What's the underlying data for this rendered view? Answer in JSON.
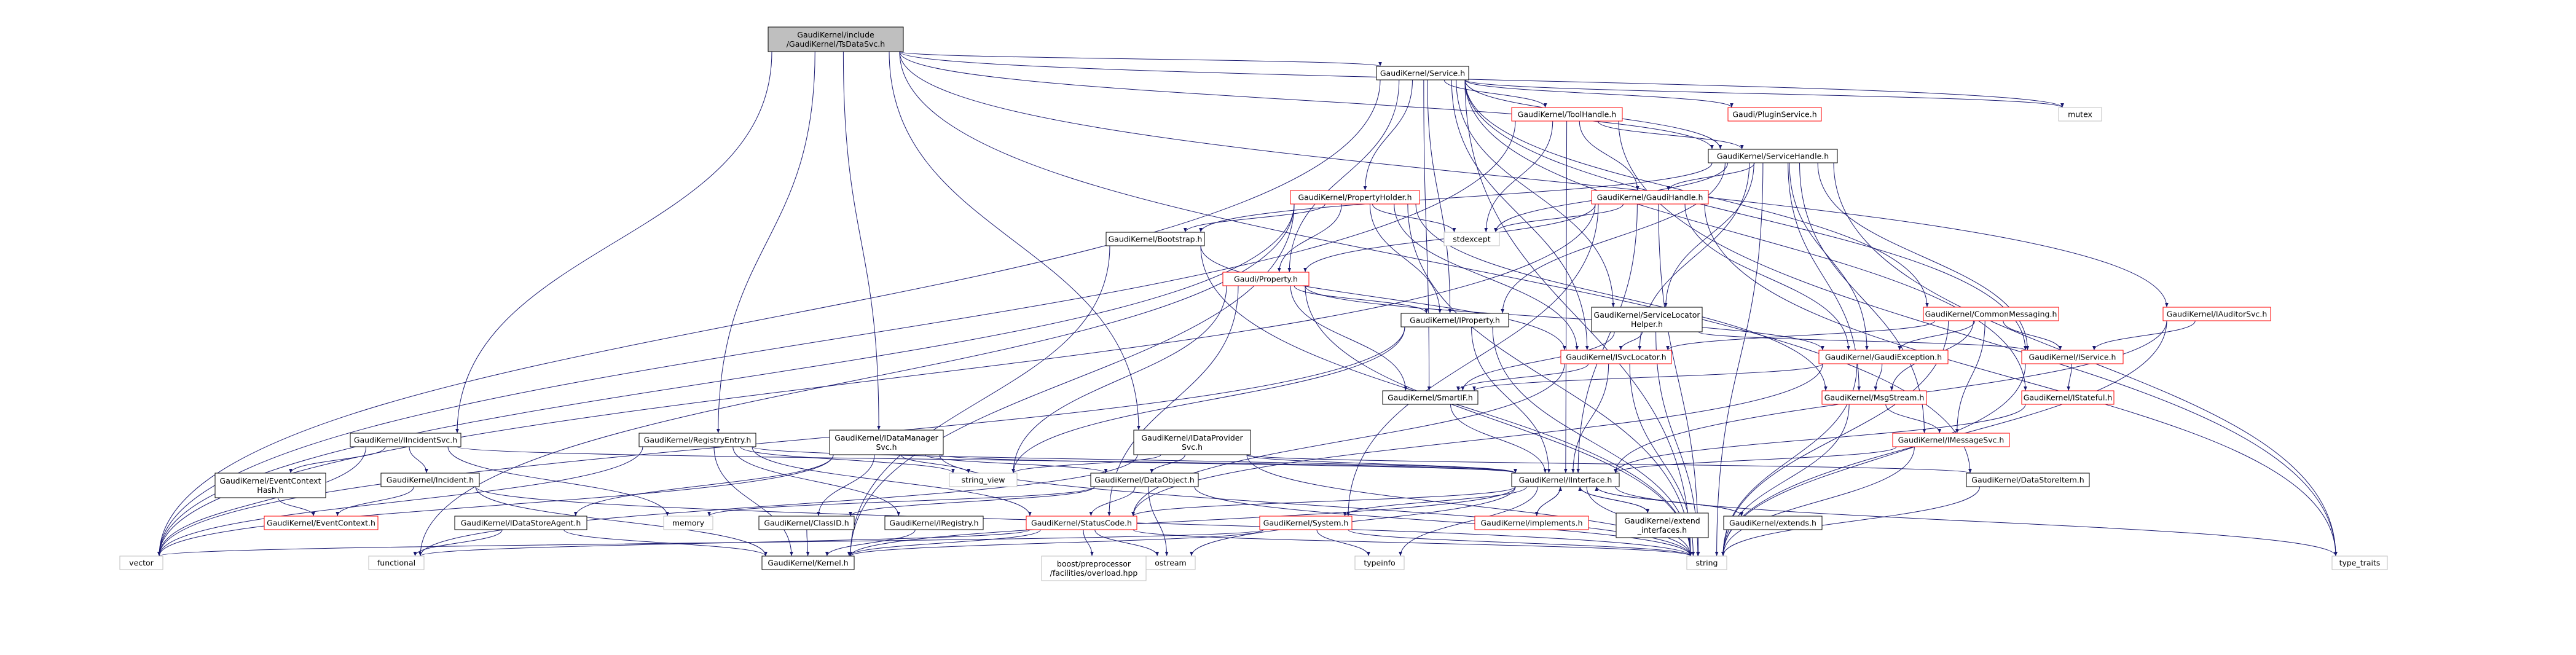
{
  "colors": {
    "edge": "#191970",
    "border_black": "#000000",
    "border_red": "#ff0000",
    "border_gray": "#bfbfbf",
    "root_fill": "#bfbfbf",
    "fill": "#ffffff"
  },
  "nodes": [
    {
      "id": "root",
      "lines": [
        "GaudiKernel/include",
        "/GaudiKernel/TsDataSvc.h"
      ],
      "kind": "root"
    },
    {
      "id": "service",
      "lines": [
        "GaudiKernel/Service.h"
      ],
      "kind": "black"
    },
    {
      "id": "toolhandle",
      "lines": [
        "GaudiKernel/ToolHandle.h"
      ],
      "kind": "red"
    },
    {
      "id": "pluginservice",
      "lines": [
        "Gaudi/PluginService.h"
      ],
      "kind": "red"
    },
    {
      "id": "mutex",
      "lines": [
        "mutex"
      ],
      "kind": "gray"
    },
    {
      "id": "servicehandle",
      "lines": [
        "GaudiKernel/ServiceHandle.h"
      ],
      "kind": "black"
    },
    {
      "id": "propertyholder",
      "lines": [
        "GaudiKernel/PropertyHolder.h"
      ],
      "kind": "red"
    },
    {
      "id": "gaudihandle",
      "lines": [
        "GaudiKernel/GaudiHandle.h"
      ],
      "kind": "red"
    },
    {
      "id": "bootstrap",
      "lines": [
        "GaudiKernel/Bootstrap.h"
      ],
      "kind": "black"
    },
    {
      "id": "stdexcept",
      "lines": [
        "stdexcept"
      ],
      "kind": "gray"
    },
    {
      "id": "gaudiproperty",
      "lines": [
        "Gaudi/Property.h"
      ],
      "kind": "red"
    },
    {
      "id": "iproperty",
      "lines": [
        "GaudiKernel/IProperty.h"
      ],
      "kind": "black"
    },
    {
      "id": "servicelocatorhelper",
      "lines": [
        "GaudiKernel/ServiceLocator",
        "Helper.h"
      ],
      "kind": "black"
    },
    {
      "id": "commonmessaging",
      "lines": [
        "GaudiKernel/CommonMessaging.h"
      ],
      "kind": "red"
    },
    {
      "id": "auditorsvc",
      "lines": [
        "GaudiKernel/IAuditorSvc.h"
      ],
      "kind": "red"
    },
    {
      "id": "isvclocator",
      "lines": [
        "GaudiKernel/ISvcLocator.h"
      ],
      "kind": "red"
    },
    {
      "id": "gaudiexception",
      "lines": [
        "GaudiKernel/GaudiException.h"
      ],
      "kind": "red"
    },
    {
      "id": "iservice",
      "lines": [
        "GaudiKernel/IService.h"
      ],
      "kind": "red"
    },
    {
      "id": "smartif",
      "lines": [
        "GaudiKernel/SmartIF.h"
      ],
      "kind": "black"
    },
    {
      "id": "msgstream",
      "lines": [
        "GaudiKernel/MsgStream.h"
      ],
      "kind": "red"
    },
    {
      "id": "istateful",
      "lines": [
        "GaudiKernel/IStateful.h"
      ],
      "kind": "red"
    },
    {
      "id": "iincidentsvc",
      "lines": [
        "GaudiKernel/IIncidentSvc.h"
      ],
      "kind": "black"
    },
    {
      "id": "registryentry",
      "lines": [
        "GaudiKernel/RegistryEntry.h"
      ],
      "kind": "black"
    },
    {
      "id": "idatamanagersvc",
      "lines": [
        "GaudiKernel/IDataManager",
        "Svc.h"
      ],
      "kind": "black"
    },
    {
      "id": "idataprovidersvc",
      "lines": [
        "GaudiKernel/IDataProvider",
        "Svc.h"
      ],
      "kind": "black"
    },
    {
      "id": "imessagesvc",
      "lines": [
        "GaudiKernel/IMessageSvc.h"
      ],
      "kind": "red"
    },
    {
      "id": "eventcontexthash",
      "lines": [
        "GaudiKernel/EventContext",
        "Hash.h"
      ],
      "kind": "black"
    },
    {
      "id": "incident",
      "lines": [
        "GaudiKernel/Incident.h"
      ],
      "kind": "black"
    },
    {
      "id": "eventcontext",
      "lines": [
        "GaudiKernel/EventContext.h"
      ],
      "kind": "red"
    },
    {
      "id": "string_view",
      "lines": [
        "string_view"
      ],
      "kind": "gray"
    },
    {
      "id": "dataobject",
      "lines": [
        "GaudiKernel/DataObject.h"
      ],
      "kind": "black"
    },
    {
      "id": "iinterface",
      "lines": [
        "GaudiKernel/IInterface.h"
      ],
      "kind": "black"
    },
    {
      "id": "datastoreitem",
      "lines": [
        "GaudiKernel/DataStoreItem.h"
      ],
      "kind": "black"
    },
    {
      "id": "memory",
      "lines": [
        "memory"
      ],
      "kind": "gray"
    },
    {
      "id": "idatastoreagent",
      "lines": [
        "GaudiKernel/IDataStoreAgent.h"
      ],
      "kind": "black"
    },
    {
      "id": "classid",
      "lines": [
        "GaudiKernel/ClassID.h"
      ],
      "kind": "black"
    },
    {
      "id": "iregistry",
      "lines": [
        "GaudiKernel/IRegistry.h"
      ],
      "kind": "black"
    },
    {
      "id": "statuscode",
      "lines": [
        "GaudiKernel/StatusCode.h"
      ],
      "kind": "red"
    },
    {
      "id": "system",
      "lines": [
        "GaudiKernel/System.h"
      ],
      "kind": "red"
    },
    {
      "id": "implements",
      "lines": [
        "GaudiKernel/implements.h"
      ],
      "kind": "red"
    },
    {
      "id": "extend_interfaces",
      "lines": [
        "GaudiKernel/extend",
        "_interfaces.h"
      ],
      "kind": "black"
    },
    {
      "id": "extends",
      "lines": [
        "GaudiKernel/extends.h"
      ],
      "kind": "black"
    },
    {
      "id": "vector",
      "lines": [
        "vector"
      ],
      "kind": "gray"
    },
    {
      "id": "functional",
      "lines": [
        "functional"
      ],
      "kind": "gray"
    },
    {
      "id": "kernel",
      "lines": [
        "GaudiKernel/Kernel.h"
      ],
      "kind": "black"
    },
    {
      "id": "boost_overload",
      "lines": [
        "boost/preprocessor",
        "/facilities/overload.hpp"
      ],
      "kind": "gray"
    },
    {
      "id": "ostream",
      "lines": [
        "ostream"
      ],
      "kind": "gray"
    },
    {
      "id": "typeinfo",
      "lines": [
        "typeinfo"
      ],
      "kind": "gray"
    },
    {
      "id": "string",
      "lines": [
        "string"
      ],
      "kind": "gray"
    },
    {
      "id": "type_traits",
      "lines": [
        "type_traits"
      ],
      "kind": "gray"
    }
  ],
  "edges": [
    [
      "root",
      "service"
    ],
    [
      "root",
      "mutex"
    ],
    [
      "root",
      "servicehandle"
    ],
    [
      "root",
      "auditorsvc"
    ],
    [
      "root",
      "datastoreitem"
    ],
    [
      "root",
      "iincidentsvc"
    ],
    [
      "root",
      "registryentry"
    ],
    [
      "root",
      "idatamanagersvc"
    ],
    [
      "root",
      "idataprovidersvc"
    ],
    [
      "service",
      "toolhandle"
    ],
    [
      "service",
      "pluginservice"
    ],
    [
      "service",
      "mutex"
    ],
    [
      "service",
      "servicehandle"
    ],
    [
      "service",
      "propertyholder"
    ],
    [
      "service",
      "gaudiproperty"
    ],
    [
      "service",
      "iproperty"
    ],
    [
      "service",
      "commonmessaging"
    ],
    [
      "service",
      "isvclocator"
    ],
    [
      "service",
      "iservice"
    ],
    [
      "service",
      "istateful"
    ],
    [
      "service",
      "smartif"
    ],
    [
      "service",
      "vector"
    ],
    [
      "service",
      "string"
    ],
    [
      "service",
      "servicelocatorhelper"
    ],
    [
      "toolhandle",
      "servicehandle"
    ],
    [
      "toolhandle",
      "gaudihandle"
    ],
    [
      "toolhandle",
      "stdexcept"
    ],
    [
      "toolhandle",
      "vector"
    ],
    [
      "toolhandle",
      "type_traits"
    ],
    [
      "toolhandle",
      "iinterface"
    ],
    [
      "servicehandle",
      "gaudihandle"
    ],
    [
      "servicehandle",
      "isvclocator"
    ],
    [
      "servicehandle",
      "gaudiexception"
    ],
    [
      "servicehandle",
      "iservice"
    ],
    [
      "servicehandle",
      "msgstream"
    ],
    [
      "servicehandle",
      "imessagesvc"
    ],
    [
      "servicehandle",
      "stdexcept"
    ],
    [
      "servicehandle",
      "string"
    ],
    [
      "servicehandle",
      "type_traits"
    ],
    [
      "servicehandle",
      "bootstrap"
    ],
    [
      "servicehandle",
      "iproperty"
    ],
    [
      "servicehandle",
      "servicelocatorhelper"
    ],
    [
      "propertyholder",
      "gaudiproperty"
    ],
    [
      "propertyholder",
      "iproperty"
    ],
    [
      "propertyholder",
      "bootstrap"
    ],
    [
      "propertyholder",
      "stdexcept"
    ],
    [
      "propertyholder",
      "isvclocator"
    ],
    [
      "propertyholder",
      "msgstream"
    ],
    [
      "propertyholder",
      "kernel"
    ],
    [
      "propertyholder",
      "vector"
    ],
    [
      "propertyholder",
      "string"
    ],
    [
      "propertyholder",
      "functional"
    ],
    [
      "gaudihandle",
      "gaudiproperty"
    ],
    [
      "gaudihandle",
      "gaudiexception"
    ],
    [
      "gaudihandle",
      "iinterface"
    ],
    [
      "gaudihandle",
      "system"
    ],
    [
      "gaudihandle",
      "string"
    ],
    [
      "gaudihandle",
      "type_traits"
    ],
    [
      "gaudihandle",
      "vector"
    ],
    [
      "gaudihandle",
      "stdexcept"
    ],
    [
      "bootstrap",
      "isvclocator"
    ],
    [
      "bootstrap",
      "kernel"
    ],
    [
      "bootstrap",
      "string"
    ],
    [
      "gaudiproperty",
      "iproperty"
    ],
    [
      "gaudiproperty",
      "smartif"
    ],
    [
      "gaudiproperty",
      "statuscode"
    ],
    [
      "gaudiproperty",
      "string_view"
    ],
    [
      "gaudiproperty",
      "string"
    ],
    [
      "gaudiproperty",
      "gaudiexception"
    ],
    [
      "iproperty",
      "iinterface"
    ],
    [
      "iproperty",
      "vector"
    ],
    [
      "iproperty",
      "string"
    ],
    [
      "iproperty",
      "string_view"
    ],
    [
      "servicelocatorhelper",
      "isvclocator"
    ],
    [
      "servicelocatorhelper",
      "iservice"
    ],
    [
      "servicelocatorhelper",
      "smartif"
    ],
    [
      "servicelocatorhelper",
      "string"
    ],
    [
      "commonmessaging",
      "gaudiexception"
    ],
    [
      "commonmessaging",
      "iservice"
    ],
    [
      "commonmessaging",
      "isvclocator"
    ],
    [
      "commonmessaging",
      "msgstream"
    ],
    [
      "commonmessaging",
      "imessagesvc"
    ],
    [
      "commonmessaging",
      "string"
    ],
    [
      "auditorsvc",
      "iservice"
    ],
    [
      "auditorsvc",
      "iinterface"
    ],
    [
      "auditorsvc",
      "string"
    ],
    [
      "isvclocator",
      "iinterface"
    ],
    [
      "isvclocator",
      "smartif"
    ],
    [
      "isvclocator",
      "string"
    ],
    [
      "isvclocator",
      "statuscode"
    ],
    [
      "gaudiexception",
      "msgstream"
    ],
    [
      "gaudiexception",
      "statuscode"
    ],
    [
      "gaudiexception",
      "string"
    ],
    [
      "gaudiexception",
      "smartif"
    ],
    [
      "iservice",
      "istateful"
    ],
    [
      "iservice",
      "string"
    ],
    [
      "smartif",
      "iinterface"
    ],
    [
      "msgstream",
      "imessagesvc"
    ],
    [
      "msgstream",
      "string"
    ],
    [
      "istateful",
      "iinterface"
    ],
    [
      "imessagesvc",
      "iinterface"
    ],
    [
      "imessagesvc",
      "string"
    ],
    [
      "iincidentsvc",
      "incident"
    ],
    [
      "iincidentsvc",
      "eventcontexthash"
    ],
    [
      "iincidentsvc",
      "iinterface"
    ],
    [
      "iincidentsvc",
      "vector"
    ],
    [
      "iincidentsvc",
      "memory"
    ],
    [
      "eventcontexthash",
      "eventcontext"
    ],
    [
      "incident",
      "eventcontext"
    ],
    [
      "incident",
      "kernel"
    ],
    [
      "incident",
      "string"
    ],
    [
      "registryentry",
      "iregistry"
    ],
    [
      "registryentry",
      "kernel"
    ],
    [
      "registryentry",
      "string_view"
    ],
    [
      "registryentry",
      "vector"
    ],
    [
      "registryentry",
      "statuscode"
    ],
    [
      "registryentry",
      "iinterface"
    ],
    [
      "idatamanagersvc",
      "dataobject"
    ],
    [
      "idatamanagersvc",
      "idatastoreagent"
    ],
    [
      "idatamanagersvc",
      "classid"
    ],
    [
      "idatamanagersvc",
      "iinterface"
    ],
    [
      "idatamanagersvc",
      "string"
    ],
    [
      "idatamanagersvc",
      "string_view"
    ],
    [
      "idatamanagersvc",
      "vector"
    ],
    [
      "idataprovidersvc",
      "dataobject"
    ],
    [
      "idataprovidersvc",
      "datastoreitem"
    ],
    [
      "idataprovidersvc",
      "iinterface"
    ],
    [
      "idataprovidersvc",
      "string"
    ],
    [
      "idataprovidersvc",
      "string_view"
    ],
    [
      "idataprovidersvc",
      "functional"
    ],
    [
      "dataobject",
      "classid"
    ],
    [
      "dataobject",
      "statuscode"
    ],
    [
      "dataobject",
      "memory"
    ],
    [
      "dataobject",
      "ostream"
    ],
    [
      "dataobject",
      "string"
    ],
    [
      "datastoreitem",
      "string"
    ],
    [
      "idatastoreagent",
      "kernel"
    ],
    [
      "idatastoreagent",
      "functional"
    ],
    [
      "classid",
      "kernel"
    ],
    [
      "iregistry",
      "kernel"
    ],
    [
      "statuscode",
      "kernel"
    ],
    [
      "statuscode",
      "boost_overload"
    ],
    [
      "statuscode",
      "ostream"
    ],
    [
      "statuscode",
      "string"
    ],
    [
      "statuscode",
      "functional"
    ],
    [
      "system",
      "kernel"
    ],
    [
      "system",
      "typeinfo"
    ],
    [
      "system",
      "string"
    ],
    [
      "system",
      "vector"
    ],
    [
      "iinterface",
      "kernel"
    ],
    [
      "iinterface",
      "statuscode"
    ],
    [
      "iinterface",
      "system"
    ],
    [
      "iinterface",
      "ostream"
    ],
    [
      "iinterface",
      "typeinfo"
    ],
    [
      "iinterface",
      "string"
    ],
    [
      "iinterface",
      "type_traits"
    ],
    [
      "iinterface",
      "implements"
    ],
    [
      "iinterface",
      "extend_interfaces"
    ],
    [
      "iinterface",
      "extends"
    ],
    [
      "implements",
      "iinterface"
    ],
    [
      "extend_interfaces",
      "iinterface"
    ],
    [
      "extends",
      "iinterface"
    ]
  ]
}
